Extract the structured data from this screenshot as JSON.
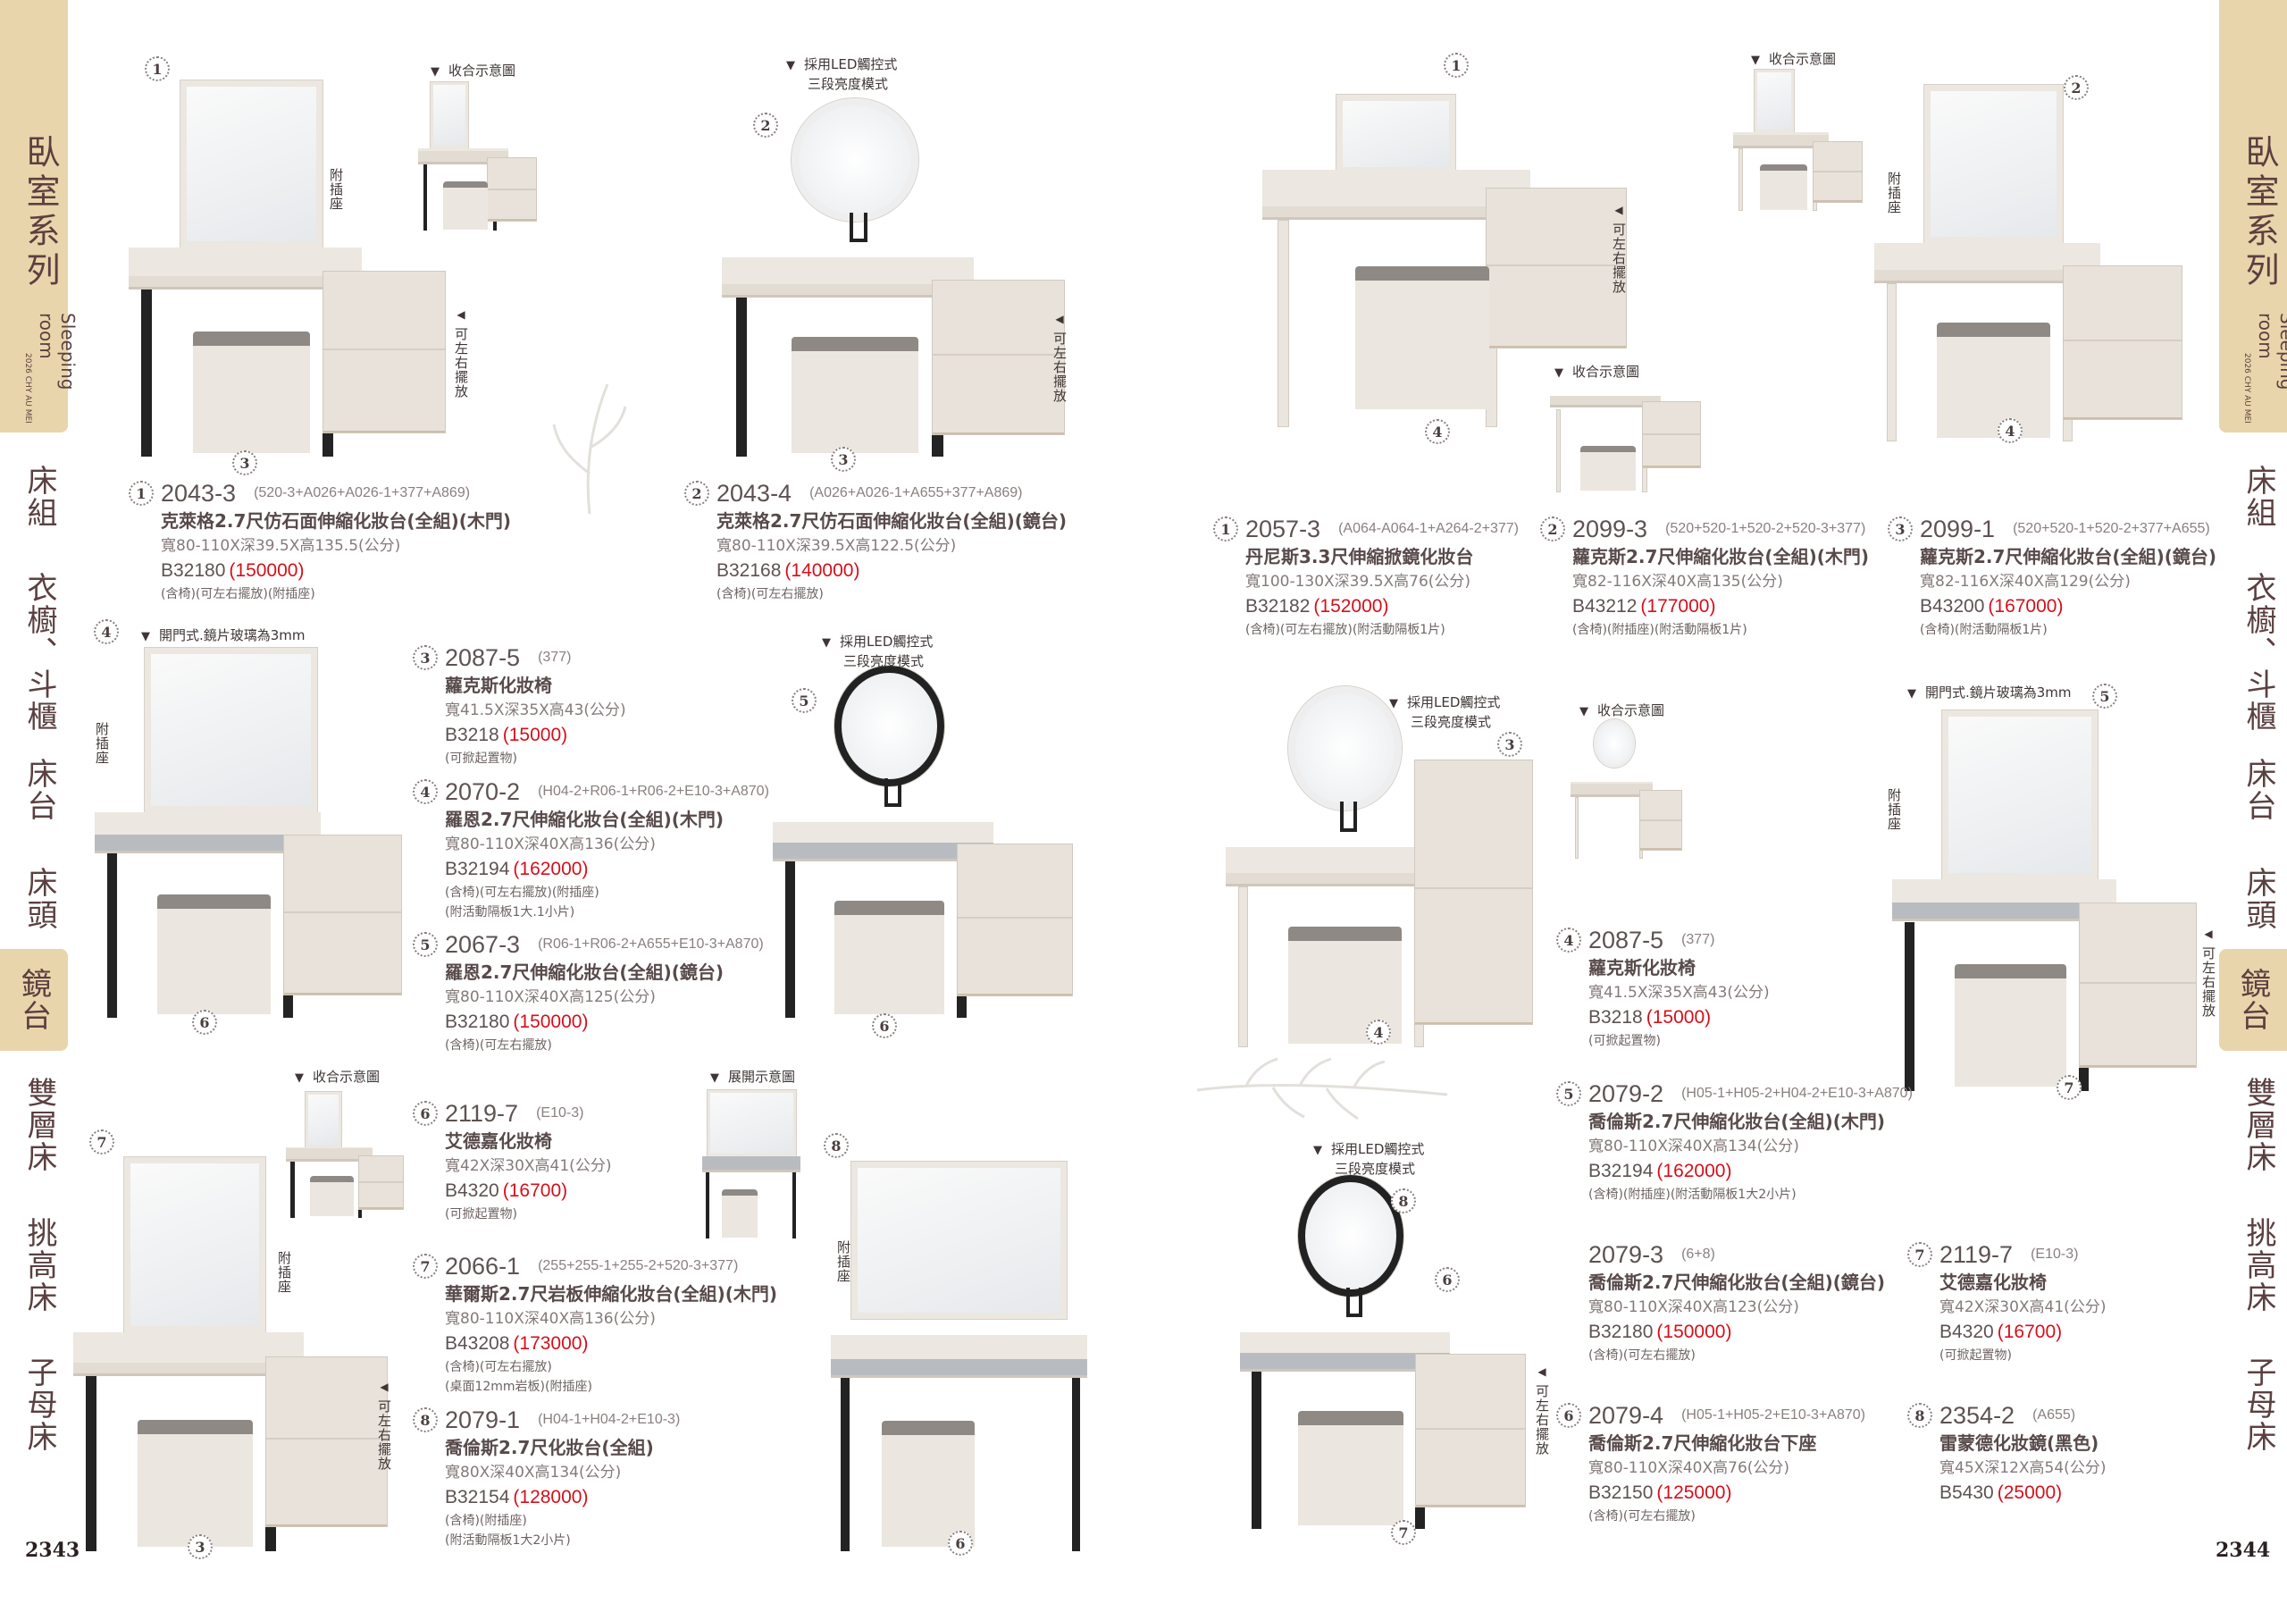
{
  "left_tab": {
    "title": "臥室系列",
    "subtitle": "Sleeping room",
    "small_text": "2026 CHY AU MEI",
    "categories": [
      "床組",
      "衣櫥、斗櫃",
      "床台",
      "床頭",
      "鏡台",
      "雙層床",
      "挑高床",
      "子母床"
    ],
    "active_category": "鏡台"
  },
  "right_tab": {
    "title": "臥室系列",
    "subtitle": "Sleeping room",
    "small_text": "2026 CHY AU MEI",
    "categories": [
      "床組",
      "衣櫥、斗櫃",
      "床台",
      "床頭",
      "鏡台",
      "雙層床",
      "挑高床",
      "子母床"
    ],
    "active_category": "鏡台"
  },
  "page_numbers": {
    "left": "2343",
    "right": "2344"
  },
  "callouts": {
    "collapsed_view": "收合示意圖",
    "expanded_view": "展開示意圖",
    "led_line1": "採用LED觸控式",
    "led_line2": "三段亮度模式",
    "door_glass": "開門式.鏡片玻璃為3mm",
    "socket": "附插座",
    "reversible": "可左右擺放",
    "arrow_down": "▼",
    "arrow_left": "◀"
  },
  "figure_badges": [
    "1",
    "2",
    "3",
    "4",
    "5",
    "6",
    "7",
    "8"
  ],
  "products": [
    {
      "badge": "1",
      "model": "2043-3",
      "code": "(520-3+A026+A026-1+377+A869)",
      "name": "克萊格2.7尺仿石面伸縮化妝台(全組)(木門)",
      "dims": "寬80-110X深39.5X高135.5(公分)",
      "sku": "B32180",
      "price": "(150000)",
      "notes": [
        "(含椅)(可左右擺放)(附插座)"
      ]
    },
    {
      "badge": "2",
      "model": "2043-4",
      "code": "(A026+A026-1+A655+377+A869)",
      "name": "克萊格2.7尺仿石面伸縮化妝台(全組)(鏡台)",
      "dims": "寬80-110X深39.5X高122.5(公分)",
      "sku": "B32168",
      "price": "(140000)",
      "notes": [
        "(含椅)(可左右擺放)"
      ]
    },
    {
      "badge": "3",
      "model": "2087-5",
      "code": "(377)",
      "name": "蘿克斯化妝椅",
      "dims": "寬41.5X深35X高43(公分)",
      "sku": "B3218",
      "price": "(15000)",
      "notes": [
        "(可掀起置物)"
      ]
    },
    {
      "badge": "4",
      "model": "2070-2",
      "code": "(H04-2+R06-1+R06-2+E10-3+A870)",
      "name": "羅恩2.7尺伸縮化妝台(全組)(木門)",
      "dims": "寬80-110X深40X高136(公分)",
      "sku": "B32194",
      "price": "(162000)",
      "notes": [
        "(含椅)(可左右擺放)(附插座)",
        "(附活動隔板1大.1小片)"
      ]
    },
    {
      "badge": "5",
      "model": "2067-3",
      "code": "(R06-1+R06-2+A655+E10-3+A870)",
      "name": "羅恩2.7尺伸縮化妝台(全組)(鏡台)",
      "dims": "寬80-110X深40X高125(公分)",
      "sku": "B32180",
      "price": "(150000)",
      "notes": [
        "(含椅)(可左右擺放)"
      ]
    },
    {
      "badge": "6",
      "model": "2119-7",
      "code": "(E10-3)",
      "name": "艾德嘉化妝椅",
      "dims": "寬42X深30X高41(公分)",
      "sku": "B4320",
      "price": "(16700)",
      "notes": [
        "(可掀起置物)"
      ]
    },
    {
      "badge": "7",
      "model": "2066-1",
      "code": "(255+255-1+255-2+520-3+377)",
      "name": "華爾斯2.7尺岩板伸縮化妝台(全組)(木門)",
      "dims": "寬80-110X深40X高136(公分)",
      "sku": "B43208",
      "price": "(173000)",
      "notes": [
        "(含椅)(可左右擺放)",
        "(桌面12mm岩板)(附插座)"
      ]
    },
    {
      "badge": "8",
      "model": "2079-1",
      "code": "(H04-1+H04-2+E10-3)",
      "name": "喬倫斯2.7尺化妝台(全組)",
      "dims": "寬80X深40X高134(公分)",
      "sku": "B32154",
      "price": "(128000)",
      "notes": [
        "(含椅)(附插座)",
        "(附活動隔板1大2小片)"
      ]
    },
    {
      "badge": "1",
      "model": "2057-3",
      "code": "(A064-A064-1+A264-2+377)",
      "name": "丹尼斯3.3尺伸縮掀鏡化妝台",
      "dims": "寬100-130X深39.5X高76(公分)",
      "sku": "B32182",
      "price": "(152000)",
      "notes": [
        "(含椅)(可左右擺放)(附活動隔板1片)"
      ]
    },
    {
      "badge": "2",
      "model": "2099-3",
      "code": "(520+520-1+520-2+520-3+377)",
      "name": "蘿克斯2.7尺伸縮化妝台(全組)(木門)",
      "dims": "寬82-116X深40X高135(公分)",
      "sku": "B43212",
      "price": "(177000)",
      "notes": [
        "(含椅)(附插座)(附活動隔板1片)"
      ]
    },
    {
      "badge": "3",
      "model": "2099-1",
      "code": "(520+520-1+520-2+377+A655)",
      "name": "蘿克斯2.7尺伸縮化妝台(全組)(鏡台)",
      "dims": "寬82-116X深40X高129(公分)",
      "sku": "B43200",
      "price": "(167000)",
      "notes": [
        "(含椅)(附活動隔板1片)"
      ]
    },
    {
      "badge": "4",
      "model": "2087-5",
      "code": "(377)",
      "name": "蘿克斯化妝椅",
      "dims": "寬41.5X深35X高43(公分)",
      "sku": "B3218",
      "price": "(15000)",
      "notes": [
        "(可掀起置物)"
      ]
    },
    {
      "badge": "5",
      "model": "2079-2",
      "code": "(H05-1+H05-2+H04-2+E10-3+A870)",
      "name": "喬倫斯2.7尺伸縮化妝台(全組)(木門)",
      "dims": "寬80-110X深40X高134(公分)",
      "sku": "B32194",
      "price": "(162000)",
      "notes": [
        "(含椅)(附插座)(附活動隔板1大2小片)"
      ]
    },
    {
      "badge": "",
      "model": "2079-3",
      "code": "(6+8)",
      "name": "喬倫斯2.7尺伸縮化妝台(全組)(鏡台)",
      "dims": "寬80-110X深40X高123(公分)",
      "sku": "B32180",
      "price": "(150000)",
      "notes": [
        "(含椅)(可左右擺放)"
      ]
    },
    {
      "badge": "7",
      "model": "2119-7",
      "code": "(E10-3)",
      "name": "艾德嘉化妝椅",
      "dims": "寬42X深30X高41(公分)",
      "sku": "B4320",
      "price": "(16700)",
      "notes": [
        "(可掀起置物)"
      ]
    },
    {
      "badge": "6",
      "model": "2079-4",
      "code": "(H05-1+H05-2+E10-3+A870)",
      "name": "喬倫斯2.7尺伸縮化妝台下座",
      "dims": "寬80-110X深40X高76(公分)",
      "sku": "B32150",
      "price": "(125000)",
      "notes": [
        "(含椅)(可左右擺放)"
      ]
    },
    {
      "badge": "8",
      "model": "2354-2",
      "code": "(A655)",
      "name": "雷蒙德化妝鏡(黑色)",
      "dims": "寬45X深12X高54(公分)",
      "sku": "B5430",
      "price": "(25000)",
      "notes": []
    }
  ]
}
